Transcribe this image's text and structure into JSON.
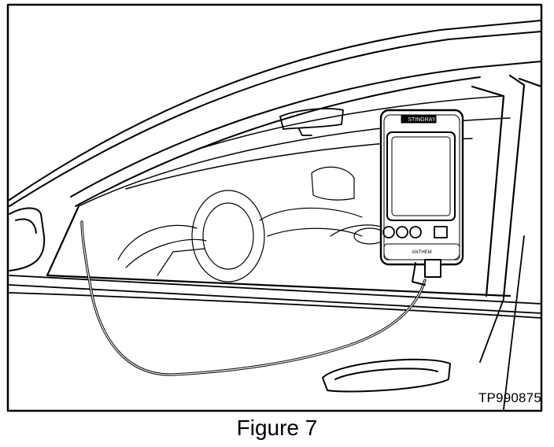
{
  "figure": {
    "reference_code": "TP990875",
    "caption": "Figure 7",
    "device_brand": "STINGRAY",
    "device_model": "ANTHEM"
  },
  "colors": {
    "line": "#000000",
    "paper": "#ffffff"
  }
}
